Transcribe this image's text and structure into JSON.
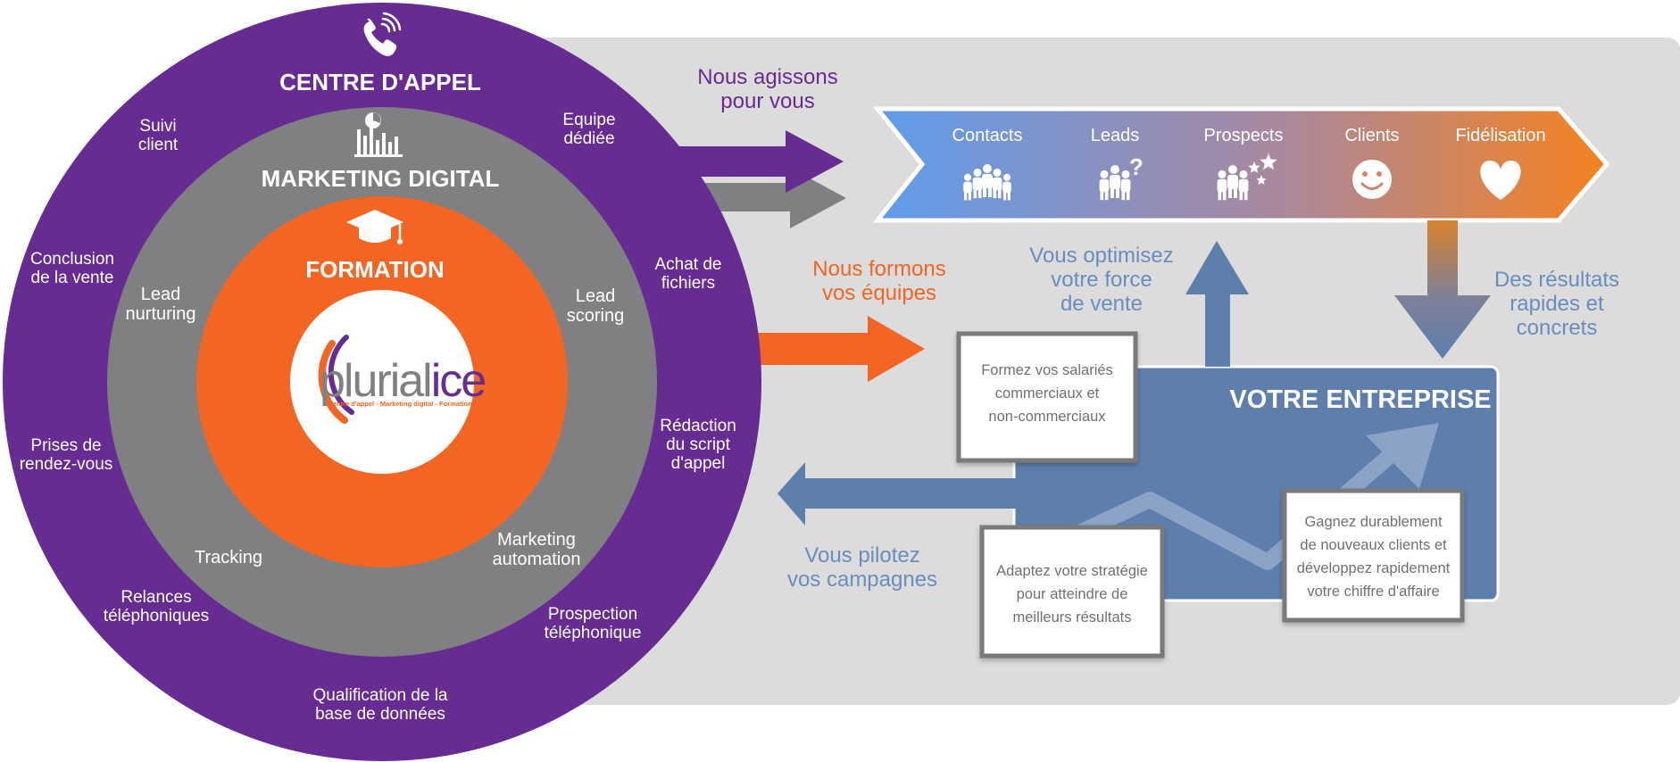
{
  "rings": {
    "outer": {
      "title": "CENTRE D'APPEL",
      "icon": "phone-icon",
      "color": "#672c91",
      "items": [
        [
          "Suivi",
          "client"
        ],
        [
          "Equipe",
          "dédiée"
        ],
        [
          "Conclusion",
          "de la vente"
        ],
        [
          "Achat de",
          "fichiers"
        ],
        [
          "Prises de",
          "rendez-vous"
        ],
        [
          "Rédaction",
          "du script",
          "d'appel"
        ],
        [
          "Relances",
          "téléphoniques"
        ],
        [
          "Prospection",
          "téléphonique"
        ],
        [
          "Qualification de la",
          "base de données"
        ]
      ]
    },
    "middle": {
      "title": "MARKETING DIGITAL",
      "icon": "chart-icon",
      "color": "#808083",
      "items": [
        [
          "Lead",
          "nurturing"
        ],
        [
          "Lead",
          "scoring"
        ],
        [
          "Tracking"
        ],
        [
          "Marketing",
          "automation"
        ]
      ]
    },
    "inner": {
      "title": "FORMATION",
      "icon": "graduation-cap-icon",
      "color": "#f26522"
    }
  },
  "logo": {
    "text_plain": "plurial",
    "text_accent": "ice",
    "tagline": "Centre d'appel - Marketing digital - Formation"
  },
  "arrow_labels": {
    "act": [
      "Nous agissons",
      "pour vous"
    ],
    "train": [
      "Nous formons",
      "vos équipes"
    ],
    "optimize": [
      "Vous optimisez",
      "votre force",
      "de vente"
    ],
    "results": [
      "Des résultats",
      "rapides et",
      "concrets"
    ],
    "pilot": [
      "Vous pilotez",
      "vos campagnes"
    ]
  },
  "funnel": {
    "stages": [
      {
        "label": "Contacts",
        "icon": "people-group-icon"
      },
      {
        "label": "Leads",
        "icon": "people-question-icon"
      },
      {
        "label": "Prospects",
        "icon": "people-stars-icon"
      },
      {
        "label": "Clients",
        "icon": "smiley-icon"
      },
      {
        "label": "Fidélisation",
        "icon": "heart-icon"
      }
    ]
  },
  "company": {
    "title": "VOTRE ENTREPRISE",
    "cards": {
      "train": [
        "Formez vos salariés",
        "commerciaux et",
        "non-commerciaux"
      ],
      "adapt": [
        "Adaptez votre stratégie",
        "pour atteindre de",
        "meilleurs résultats"
      ],
      "grow": [
        "Gagnez durablement",
        "de nouveaux clients et",
        "développez rapidement",
        "votre chiffre d'affaire"
      ]
    }
  },
  "colors": {
    "purple": "#672c91",
    "gray": "#808083",
    "orange": "#f26522",
    "blue": "#5e7fac",
    "label_blue": "#6a8dbb",
    "panel": "#dcdcdc"
  }
}
